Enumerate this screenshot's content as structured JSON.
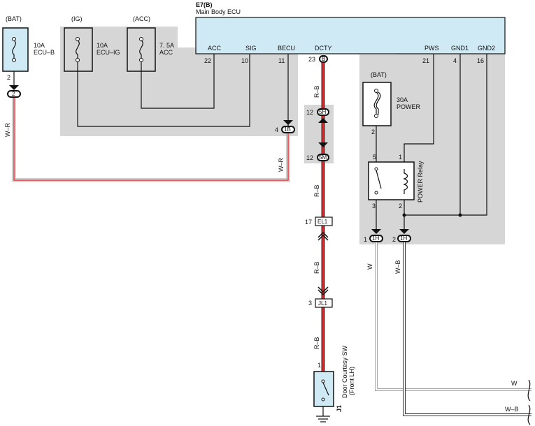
{
  "ecu": {
    "code": "E7(B)",
    "name": "Main Body ECU",
    "pins": [
      {
        "label": "ACC",
        "num": "22"
      },
      {
        "label": "SIG",
        "num": "10"
      },
      {
        "label": "BECU",
        "num": "11"
      },
      {
        "label": "DCTY",
        "num": "23"
      },
      {
        "label": "PWS",
        "num": "21"
      },
      {
        "label": "GND1",
        "num": "4"
      },
      {
        "label": "GND2",
        "num": "16"
      }
    ]
  },
  "fuses": [
    {
      "source": "(BAT)",
      "rating": "10A",
      "name": "ECU–B",
      "pin": "2"
    },
    {
      "source": "(IG)",
      "rating": "10A",
      "name": "ECU–IG"
    },
    {
      "source": "(ACC)",
      "rating": "7. 5A",
      "name": "ACC"
    },
    {
      "source": "(BAT)",
      "rating": "30A",
      "name": "POWER",
      "pin": "2"
    }
  ],
  "relay": {
    "name": "POWER Relay",
    "pins": [
      "5",
      "1",
      "3",
      "2"
    ]
  },
  "connectors": {
    "c2": {
      "id": "2"
    },
    "c1b": {
      "id": "1B",
      "pin": "4"
    },
    "dcty": {
      "id": "B"
    },
    "c5h": {
      "id": "5H",
      "pin": "12"
    },
    "c5m": {
      "id": "5M",
      "pin": "12"
    },
    "el1": {
      "id": "EL1",
      "pin": "17"
    },
    "jl1": {
      "id": "JL1",
      "pin": "3"
    },
    "c1h_a": {
      "id": "1H",
      "pin": "1"
    },
    "c1h_b": {
      "id": "1H",
      "pin": "2"
    }
  },
  "wires": {
    "w_r_left": "W–R",
    "w_r_mid": "W–R",
    "r_b_1": "R–B",
    "r_b_2": "R–B",
    "r_b_3": "R–B",
    "r_b_4": "R–B",
    "w": "W",
    "w_b": "W–B",
    "w_end": "W",
    "w_b_end": "W–B"
  },
  "switch": {
    "code": "J1",
    "name": "Door Courtesy SW",
    "location": "(Front LH)",
    "pin": "1"
  },
  "colors": {
    "ecu_fill": "#cfeaf4",
    "shade": "#d6d6d6",
    "red_wire": "#e0262b",
    "wire": "#111111"
  }
}
